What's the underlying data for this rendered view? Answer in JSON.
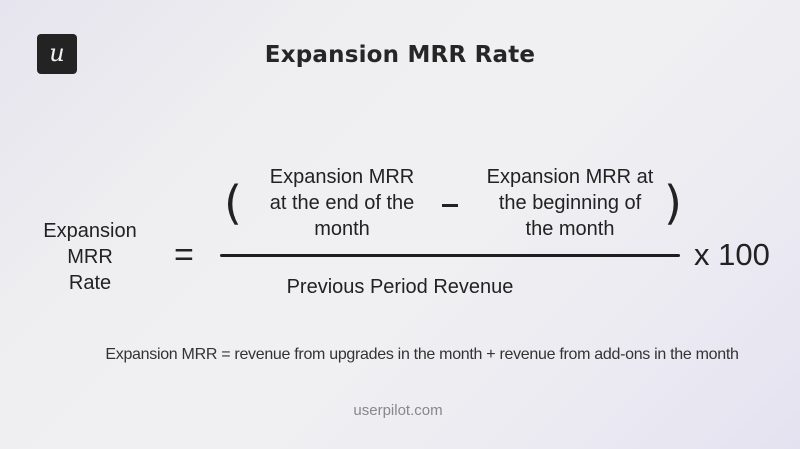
{
  "brand": {
    "logo_glyph": "u",
    "logo_bg": "#232323",
    "footer_url": "userpilot.com"
  },
  "title": "Expansion MRR Rate",
  "formula": {
    "lhs_lines": [
      "Expansion",
      "MRR",
      "Rate"
    ],
    "equals": "=",
    "open_paren": "(",
    "close_paren": ")",
    "term_1_lines": [
      "Expansion MRR",
      "at the end of the",
      "month"
    ],
    "operator": "–",
    "term_2_lines": [
      "Expansion MRR at",
      "the beginning of",
      "the month"
    ],
    "denominator": "Previous Period Revenue",
    "multiplier": "x 100"
  },
  "definition": "Expansion MRR = revenue from upgrades in the month + revenue from add-ons in the month"
}
